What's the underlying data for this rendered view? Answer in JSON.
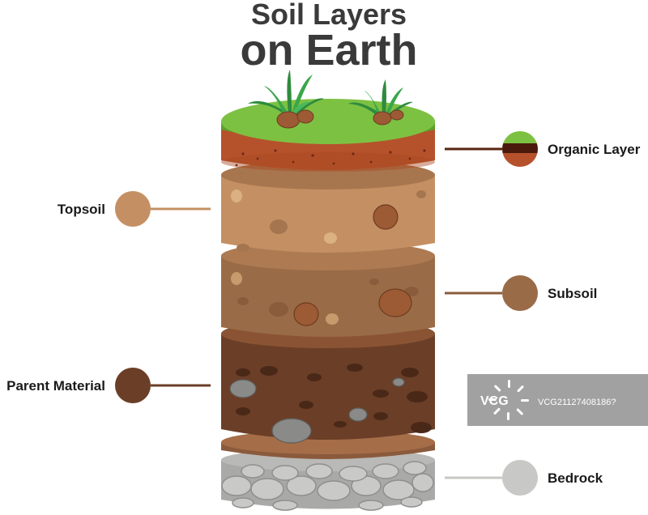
{
  "title": {
    "line1": "Soil Layers",
    "line2": "on Earth"
  },
  "labels": {
    "organic": "Organic Layer",
    "topsoil": "Topsoil",
    "subsoil": "Subsoil",
    "parent": "Parent Material",
    "bedrock": "Bedrock"
  },
  "watermark": {
    "logo": "VCG",
    "id": "VCG21127408186?"
  },
  "colors": {
    "grass": "#7dc142",
    "organic": "#b5522c",
    "topsoil": "#c49063",
    "subsoil": "#9a6b47",
    "parent": "#6b3e27",
    "bedrock": "#c8c8c6"
  }
}
